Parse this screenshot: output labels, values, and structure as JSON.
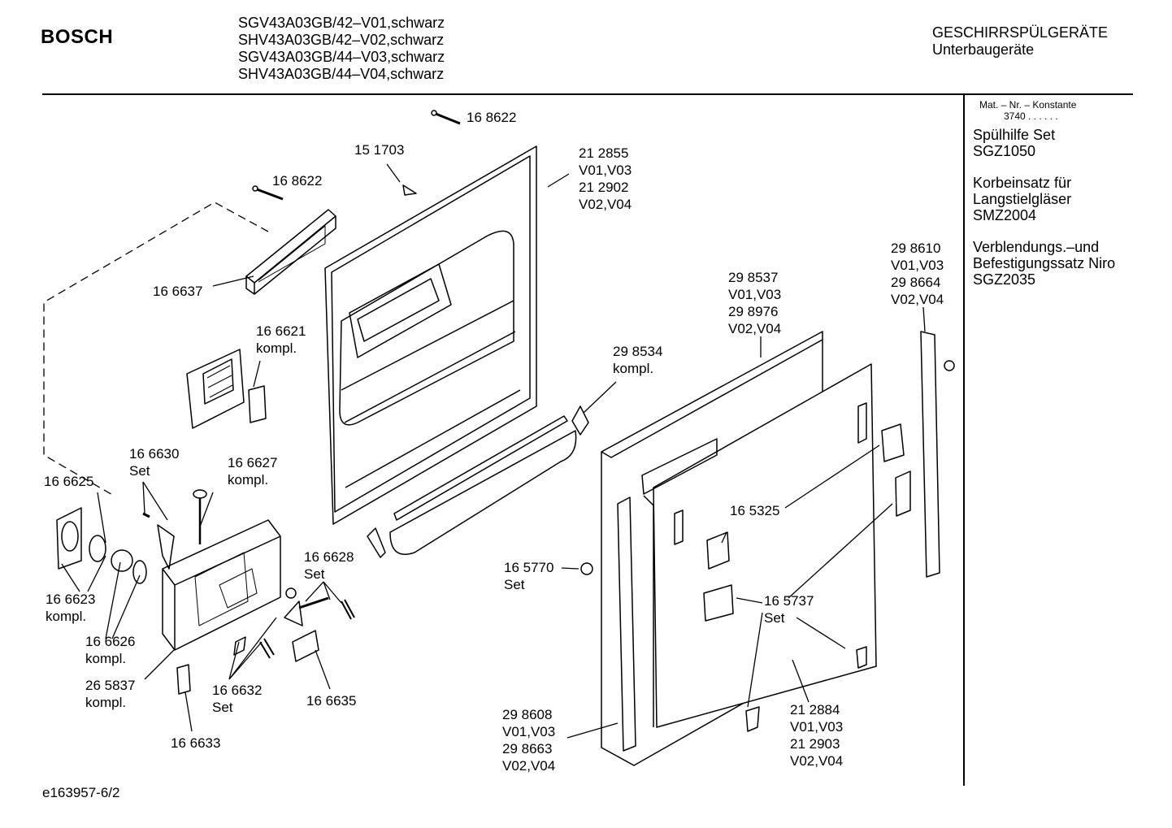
{
  "header": {
    "brand": "BOSCH",
    "models": [
      "SGV43A03GB/42–V01,schwarz",
      "SHV43A03GB/42–V02,schwarz",
      "SGV43A03GB/44–V03,schwarz",
      "SHV43A03GB/44–V04,schwarz"
    ],
    "category": "GESCHIRRSPÜLGERÄTE",
    "subcategory": "Unterbaugeräte"
  },
  "sidebar": {
    "mat_label": "Mat. – Nr. – Konstante",
    "constant": "3740 . . . . . .",
    "accessories": [
      {
        "lines": [
          "Spülhilfe Set",
          "SGZ1050"
        ]
      },
      {
        "lines": [
          "Korbeinsatz für",
          "Langstielgläser",
          "SMZ2004"
        ]
      },
      {
        "lines": [
          "Verblendungs.–und",
          "Befestigungssatz Niro",
          "SGZ2035"
        ]
      }
    ]
  },
  "parts": [
    {
      "id": "p1",
      "lines": [
        "16 8622"
      ]
    },
    {
      "id": "p2",
      "lines": [
        "15 1703"
      ]
    },
    {
      "id": "p3",
      "lines": [
        "21 2855",
        "V01,V03",
        "21 2902",
        "V02,V04"
      ]
    },
    {
      "id": "p4",
      "lines": [
        "16 8622"
      ]
    },
    {
      "id": "p5",
      "lines": [
        "16 6637"
      ]
    },
    {
      "id": "p6",
      "lines": [
        "16 6621",
        "kompl."
      ]
    },
    {
      "id": "p7",
      "lines": [
        "29 8537",
        "V01,V03",
        "29 8976",
        "V02,V04"
      ]
    },
    {
      "id": "p8",
      "lines": [
        "29 8610",
        "V01,V03",
        "29 8664",
        "V02,V04"
      ]
    },
    {
      "id": "p9",
      "lines": [
        "29 8534",
        "kompl."
      ]
    },
    {
      "id": "p10",
      "lines": [
        "16 6630",
        "Set"
      ]
    },
    {
      "id": "p11",
      "lines": [
        "16 6627",
        "kompl."
      ]
    },
    {
      "id": "p12",
      "lines": [
        "16 6625"
      ]
    },
    {
      "id": "p13",
      "lines": [
        "16 6628",
        "Set"
      ]
    },
    {
      "id": "p14",
      "lines": [
        "16 5325"
      ]
    },
    {
      "id": "p15",
      "lines": [
        "16 5770"
      ]
    },
    {
      "id": "p16",
      "lines": [
        "Set"
      ]
    },
    {
      "id": "p17",
      "lines": [
        "16 6623",
        "kompl."
      ]
    },
    {
      "id": "p18",
      "lines": [
        "16 5737",
        "Set"
      ]
    },
    {
      "id": "p19",
      "lines": [
        "16 6626",
        "kompl."
      ]
    },
    {
      "id": "p20",
      "lines": [
        "26 5837",
        "kompl."
      ]
    },
    {
      "id": "p21",
      "lines": [
        "16 6632",
        "Set"
      ]
    },
    {
      "id": "p22",
      "lines": [
        "16 6635"
      ]
    },
    {
      "id": "p23",
      "lines": [
        "29 8608",
        "V01,V03",
        "29 8663",
        "V02,V04"
      ]
    },
    {
      "id": "p24",
      "lines": [
        "21 2884",
        "V01,V03",
        "21 2903",
        "V02,V04"
      ]
    },
    {
      "id": "p25",
      "lines": [
        "16 6633"
      ]
    }
  ],
  "footer": {
    "code": "e163957-6/2"
  }
}
